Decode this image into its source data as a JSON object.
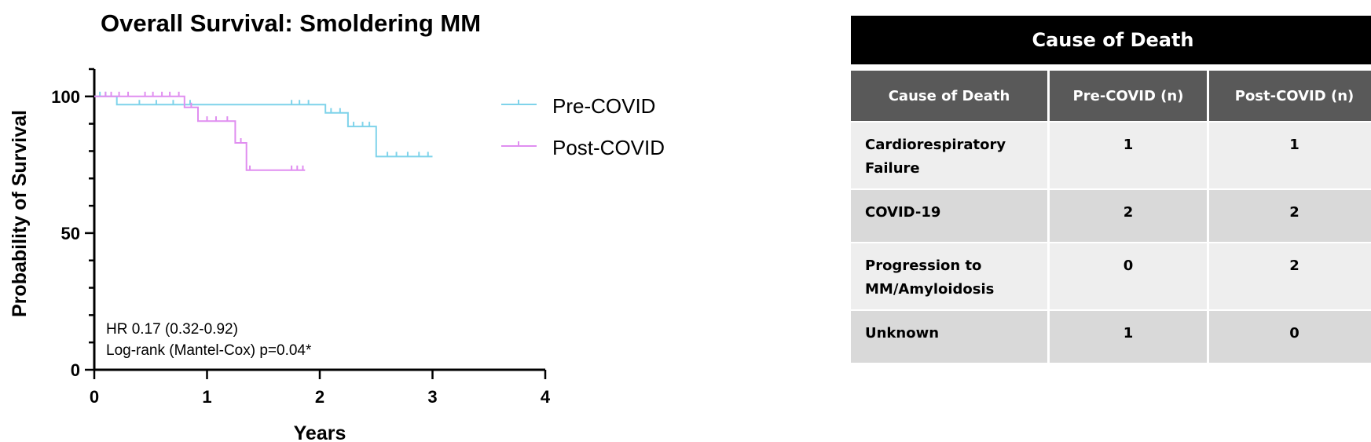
{
  "chart_data": [
    {
      "type": "km-survival",
      "title": "Overall Survival: Smoldering MM",
      "xlabel": "Years",
      "ylabel": "Probability of Survival",
      "xlim": [
        0,
        4
      ],
      "ylim": [
        0,
        110
      ],
      "xticks": [
        "0",
        "1",
        "2",
        "3",
        "4"
      ],
      "yticks": [
        "0",
        "50",
        "100"
      ],
      "ytick_values": [
        0,
        50,
        100
      ],
      "xtick_values": [
        0,
        1,
        2,
        3,
        4
      ],
      "legend_position": "right",
      "annotations": [
        "HR 0.17 (0.32-0.92)",
        "Log-rank (Mantel-Cox) p=0.04*"
      ],
      "series": [
        {
          "name": "Pre-COVID",
          "color": "#7fd3ea",
          "steps": [
            [
              0,
              100
            ],
            [
              0.2,
              100
            ],
            [
              0.2,
              97
            ],
            [
              2.05,
              97
            ],
            [
              2.05,
              94
            ],
            [
              2.25,
              94
            ],
            [
              2.25,
              89
            ],
            [
              2.5,
              89
            ],
            [
              2.5,
              78
            ],
            [
              3.0,
              78
            ]
          ],
          "censor": [
            0.05,
            0.1,
            0.4,
            0.55,
            0.7,
            0.85,
            1.75,
            1.82,
            1.9,
            2.1,
            2.18,
            2.3,
            2.38,
            2.44,
            2.6,
            2.68,
            2.78,
            2.88,
            2.96
          ]
        },
        {
          "name": "Post-COVID",
          "color": "#e08ef0",
          "steps": [
            [
              0,
              100
            ],
            [
              0.8,
              100
            ],
            [
              0.8,
              96
            ],
            [
              0.92,
              96
            ],
            [
              0.92,
              91
            ],
            [
              1.25,
              91
            ],
            [
              1.25,
              83
            ],
            [
              1.35,
              83
            ],
            [
              1.35,
              73
            ],
            [
              1.87,
              73
            ]
          ],
          "censor": [
            0.1,
            0.15,
            0.22,
            0.3,
            0.45,
            0.52,
            0.6,
            0.67,
            0.75,
            0.86,
            1.0,
            1.08,
            1.18,
            1.3,
            1.38,
            1.75,
            1.8,
            1.85
          ]
        }
      ]
    },
    {
      "type": "table",
      "title": "Cause of Death",
      "columns": [
        "Cause of Death",
        "Pre-COVID (n)",
        "Post-COVID (n)"
      ],
      "rows": [
        {
          "cause_line1": "Cardiorespiratory",
          "cause_line2": "Failure",
          "pre": "1",
          "post": "1"
        },
        {
          "cause_line1": "COVID-19",
          "cause_line2": "",
          "pre": "2",
          "post": "2"
        },
        {
          "cause_line1": "Progression to",
          "cause_line2": "MM/Amyloidosis",
          "pre": "0",
          "post": "2"
        },
        {
          "cause_line1": "Unknown",
          "cause_line2": "",
          "pre": "1",
          "post": "0"
        }
      ]
    }
  ]
}
